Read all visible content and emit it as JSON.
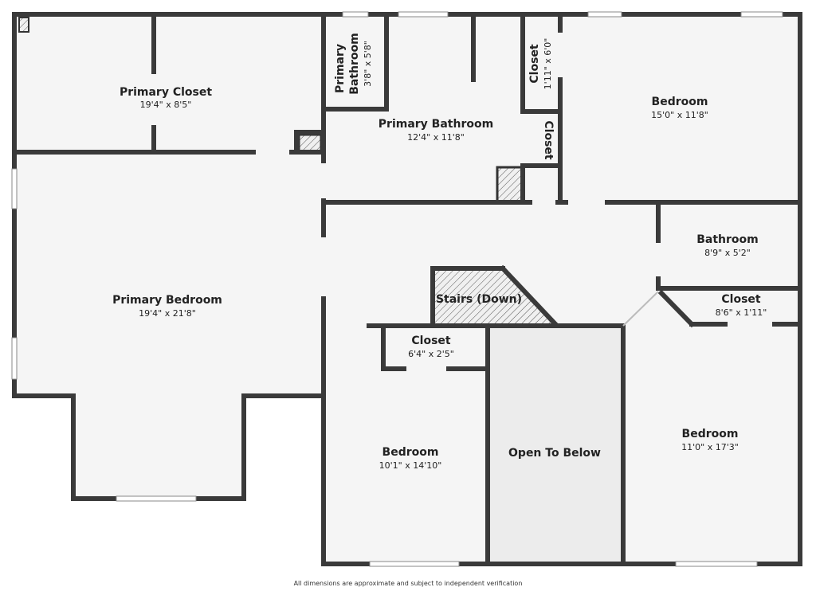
{
  "rooms": {
    "primary_closet": {
      "name": "Primary Closet",
      "dims": "19'4\" x 8'5\""
    },
    "primary_bath_small": {
      "name1": "Primary",
      "name2": "Bathroom",
      "dims": "3'8\" x 5'8\""
    },
    "primary_bathroom": {
      "name": "Primary Bathroom",
      "dims": "12'4\" x 11'8\""
    },
    "closet_top": {
      "name": "Closet",
      "dims": "1'11\" x 6'0\""
    },
    "closet_small": {
      "name": "Closet"
    },
    "bedroom_ne": {
      "name": "Bedroom",
      "dims": "15'0\" x 11'8\""
    },
    "bathroom": {
      "name": "Bathroom",
      "dims": "8'9\" x 5'2\""
    },
    "closet_e": {
      "name": "Closet",
      "dims": "8'6\" x 1'11\""
    },
    "primary_bedroom": {
      "name": "Primary Bedroom",
      "dims": "19'4\" x 21'8\""
    },
    "stairs": {
      "name": "Stairs (Down)"
    },
    "closet_mid": {
      "name": "Closet",
      "dims": "6'4\" x 2'5\""
    },
    "bedroom_sw": {
      "name": "Bedroom",
      "dims": "10'1\" x 14'10\""
    },
    "open_below": {
      "name": "Open To Below"
    },
    "bedroom_se": {
      "name": "Bedroom",
      "dims": "11'0\" x 17'3\""
    }
  },
  "footer": "All dimensions are approximate and subject to independent verification"
}
